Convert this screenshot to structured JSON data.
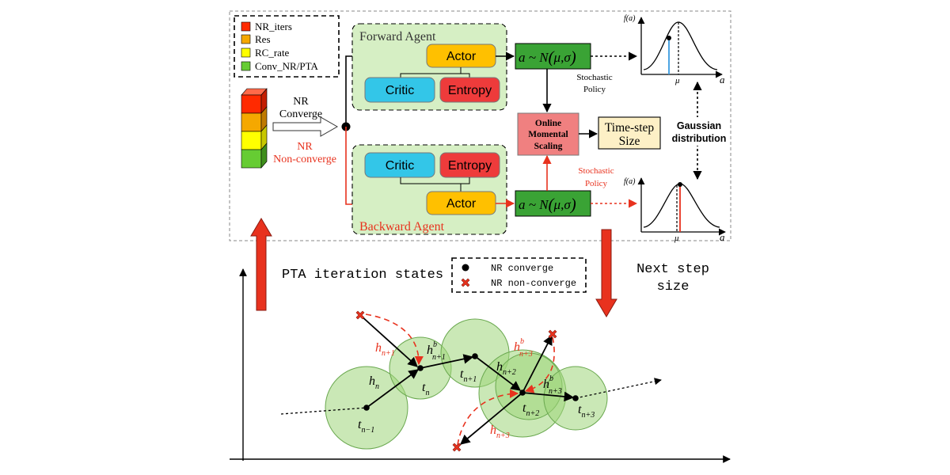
{
  "legend_bars": {
    "items": [
      {
        "label": "NR_iters",
        "color": "#ff2a00"
      },
      {
        "label": "Res",
        "color": "#f5a800"
      },
      {
        "label": "RC_rate",
        "color": "#ffff00"
      },
      {
        "label": "Conv_NR/PTA",
        "color": "#66cc33"
      }
    ]
  },
  "forward_agent": {
    "title": "Forward Agent",
    "actor": "Actor",
    "critic": "Critic",
    "entropy": "Entropy"
  },
  "backward_agent": {
    "title": "Backward Agent",
    "actor": "Actor",
    "critic": "Critic",
    "entropy": "Entropy"
  },
  "policy_formula": {
    "lhs": "a ~ N",
    "open": "(",
    "mu": "μ",
    "comma": ",",
    "sigma": "σ",
    "close": ")"
  },
  "labels": {
    "nr_converge_1": "NR",
    "nr_converge_2": "Converge",
    "nr_nonconverge_1": "NR",
    "nr_nonconverge_2": "Non-converge",
    "stochastic_policy_top_1": "Stochastic",
    "stochastic_policy_top_2": "Policy",
    "stochastic_policy_bottom_1": "Stochastic",
    "stochastic_policy_bottom_2": "Policy",
    "online_1": "Online",
    "online_2": "Momental",
    "online_3": "Scaling",
    "timestep_1": "Time-step",
    "timestep_2": "Size",
    "gaussian_1": "Gaussian",
    "gaussian_2": "distribution",
    "pta_states": "PTA iteration states",
    "next_step_1": "Next step",
    "next_step_2": "size"
  },
  "gauss_plot": {
    "fa": "f(a)",
    "mu": "μ",
    "a": "a"
  },
  "legend_points": {
    "converge": "NR converge",
    "nonconverge": "NR non-converge"
  },
  "trajectory": {
    "t_nm1": "t",
    "t_nm1_sub": "n−1",
    "t_n": "t",
    "t_n_sub": "n",
    "t_np1": "t",
    "t_np1_sub": "n+1",
    "t_np2": "t",
    "t_np2_sub": "n+2",
    "t_np3": "t",
    "t_np3_sub": "n+3",
    "h_n": "h",
    "h_n_sub": "n",
    "h_np1": "h",
    "h_np1_sub": "n+1",
    "h_np1b": "h",
    "h_np1b_sup": "b",
    "h_np1b_sub": "n+1",
    "h_np2": "h",
    "h_np2_sub": "n+2",
    "h_np3b_top": "h",
    "h_np3b_top_sup": "b",
    "h_np3b_top_sub": "n+3",
    "h_np3b": "h",
    "h_np3b_sup": "b",
    "h_np3b_sub": "n+3",
    "h_np3": "h",
    "h_np3_sub": "n+3"
  },
  "colors": {
    "agent_bg": "#d6efc4",
    "actor": "#ffc000",
    "critic": "#33c6e8",
    "entropy": "#ee3b3b",
    "policy_box": "#3aa335",
    "scaling": "#f08080",
    "timestep": "#fdf0c6",
    "circle_fill": "#9fd67a",
    "red": "#e8321e"
  }
}
